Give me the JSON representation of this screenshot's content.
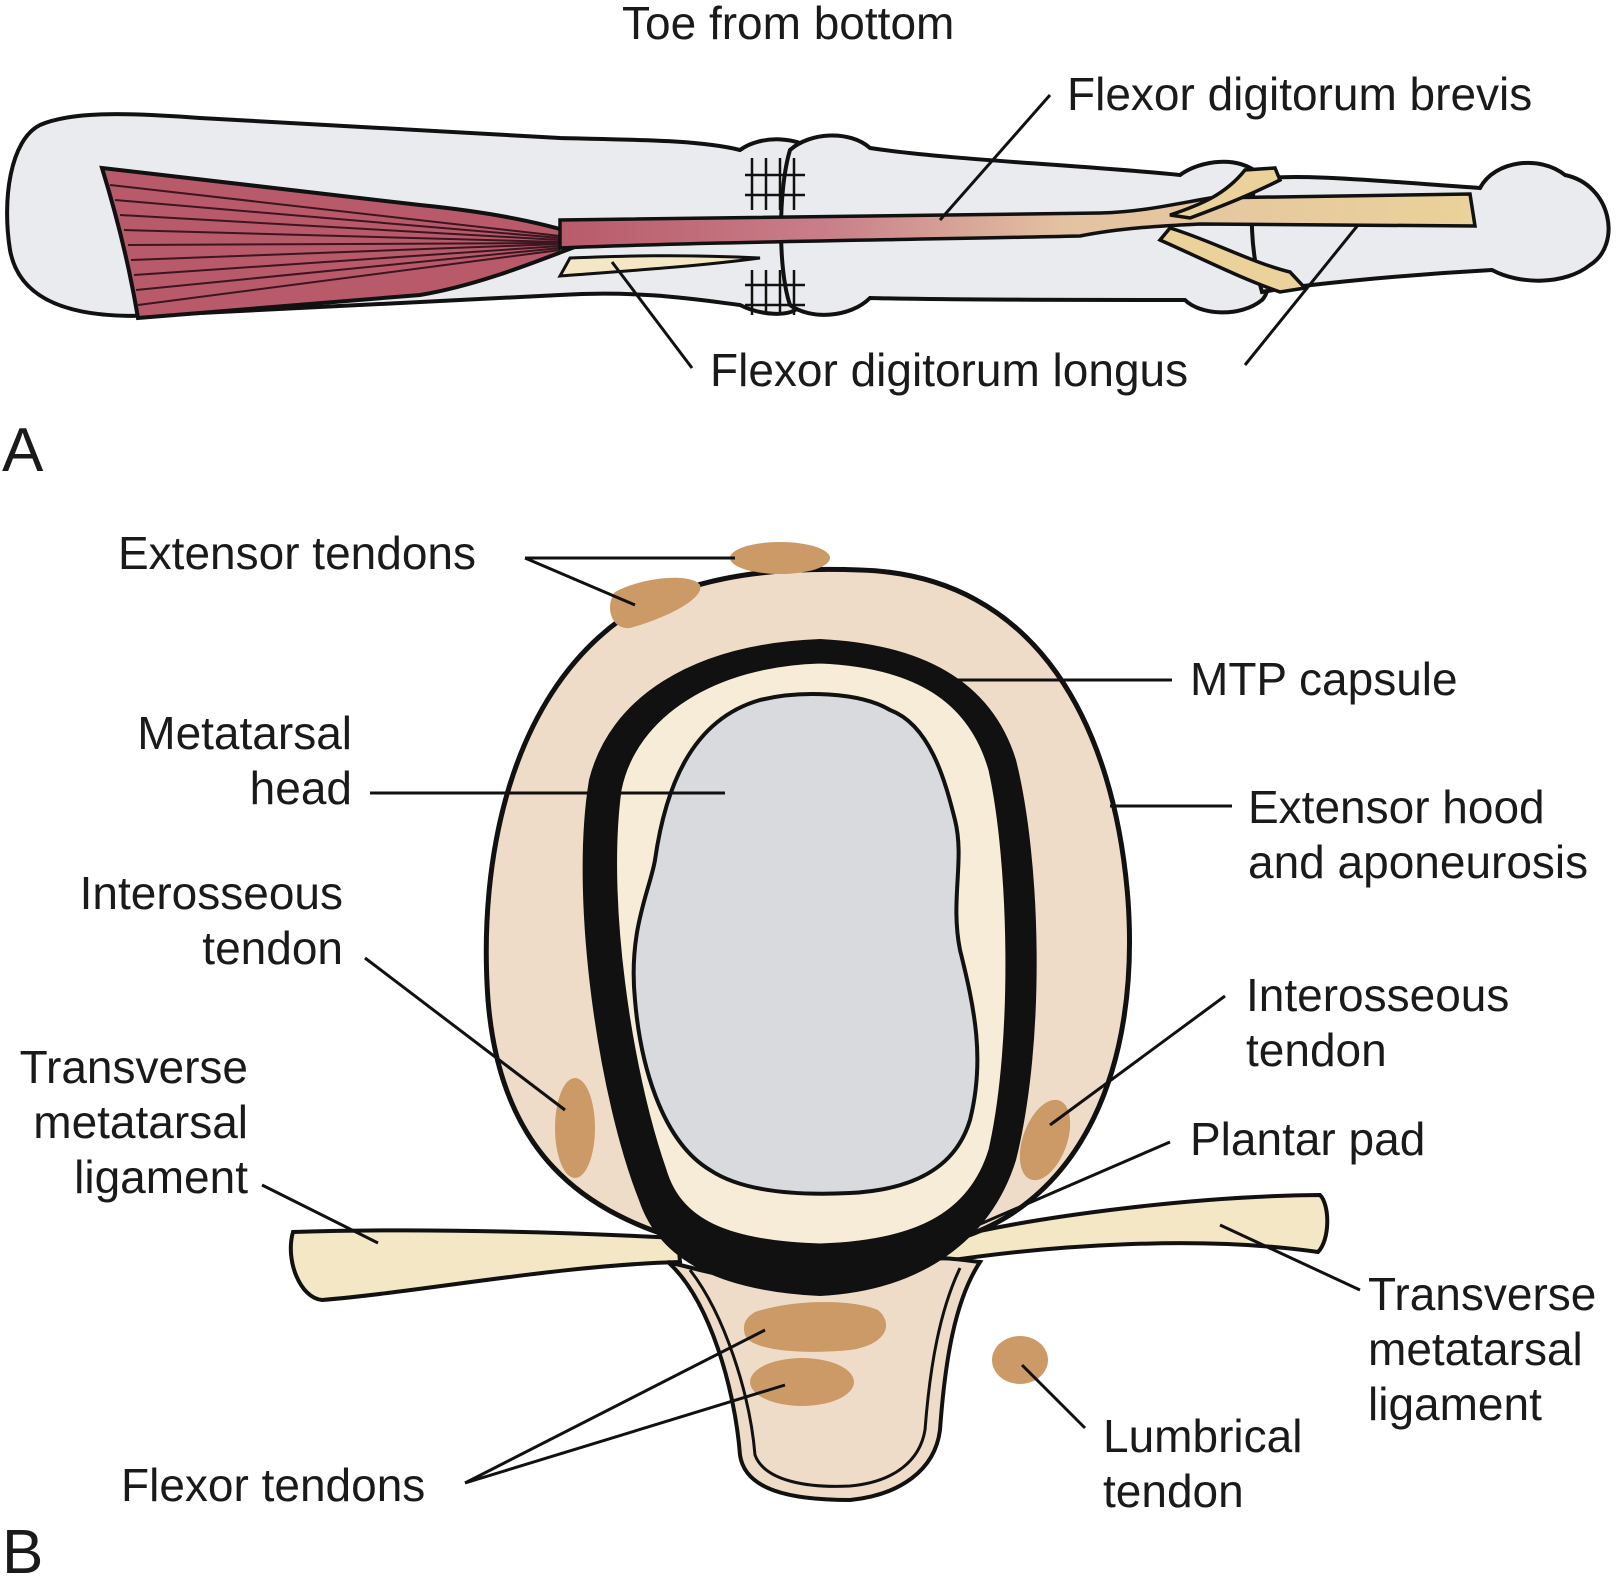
{
  "panel_a": {
    "letter": "A",
    "title": "Toe from bottom",
    "labels": {
      "fdb": "Flexor digitorum brevis",
      "fdl": "Flexor digitorum longus"
    }
  },
  "panel_b": {
    "letter": "B",
    "labels": {
      "extensor_tendons": "Extensor tendons",
      "mtp_capsule": "MTP capsule",
      "metatarsal_head_1": "Metatarsal",
      "metatarsal_head_2": "head",
      "extensor_hood_1": "Extensor hood",
      "extensor_hood_2": "and aponeurosis",
      "interosseous_left_1": "Interosseous",
      "interosseous_left_2": "tendon",
      "interosseous_right_1": "Interosseous",
      "interosseous_right_2": "tendon",
      "tml_left_1": "Transverse",
      "tml_left_2": "metatarsal",
      "tml_left_3": "ligament",
      "plantar_pad": "Plantar pad",
      "tml_right_1": "Transverse",
      "tml_right_2": "metatarsal",
      "tml_right_3": "ligament",
      "lumbrical_1": "Lumbrical",
      "lumbrical_2": "tendon",
      "flexor_tendons": "Flexor tendons"
    }
  },
  "colors": {
    "bone": "#e9ebee",
    "muscle": "#b85a6a",
    "tendon": "#ead29a",
    "hood": "#efdcc8",
    "capsule_inner": "#f6ecd8",
    "metatarsal_head": "#d8dadd",
    "tendon_spot": "#cc9a66",
    "ligament": "#f3e7c6",
    "outline": "#111111"
  }
}
